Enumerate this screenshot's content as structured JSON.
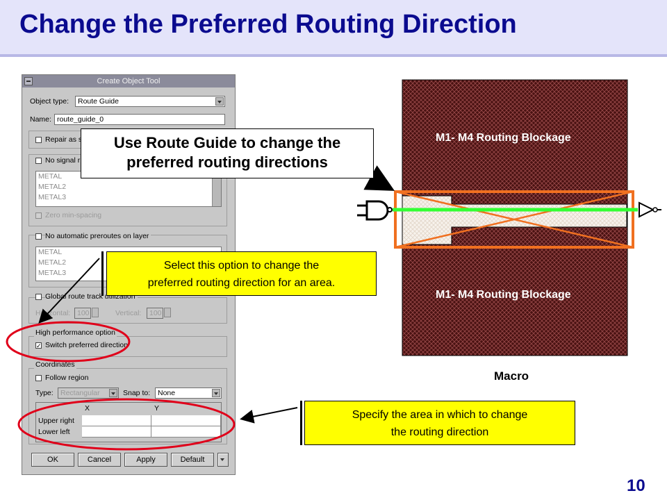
{
  "slide": {
    "title": "Change the Preferred Routing Direction",
    "page_number": "10"
  },
  "dialog": {
    "title": "Create Object Tool",
    "object_type_label": "Object type:",
    "object_type_value": "Route Guide",
    "name_label": "Name:",
    "name_value": "route_guide_0",
    "repair_label": "Repair as s",
    "no_signal_label": "No signal r",
    "layers_1": [
      "METAL",
      "METAL2",
      "METAL3"
    ],
    "zero_min_spacing_label": "Zero min-spacing",
    "no_auto_preroutes_label": "No automatic preroutes on layer",
    "layers_2": [
      "METAL",
      "METAL2",
      "METAL3"
    ],
    "global_route_label": "Global route track utilization",
    "horizontal_label": "Horizontal:",
    "horizontal_value": "100",
    "vertical_label": "Vertical:",
    "vertical_value": "100",
    "high_perf_group": "High performance option",
    "switch_dir_label": "Switch preferred direction",
    "switch_dir_checked": "✓",
    "coordinates_group": "Coordinates",
    "follow_region_label": "Follow region",
    "type_label": "Type:",
    "type_value": "Rectangular",
    "snap_label": "Snap to:",
    "snap_value": "None",
    "col_x": "X",
    "col_y": "Y",
    "row_upper_right": "Upper right",
    "row_lower_left": "Lower left",
    "buttons": {
      "ok": "OK",
      "cancel": "Cancel",
      "apply": "Apply",
      "default": "Default"
    }
  },
  "callouts": {
    "route_guide": [
      "Use Route Guide to change the",
      "preferred routing directions"
    ],
    "select_option": [
      "Select this option to change the",
      "preferred routing direction for an area."
    ],
    "specify_area": [
      "Specify the area in which to change",
      "the routing direction"
    ]
  },
  "diagram": {
    "blockage_top": "M1- M4 Routing Blockage",
    "blockage_bottom": "M1- M4 Routing Blockage",
    "macro_label": "Macro"
  },
  "colors": {
    "title": "#0b0b8f",
    "callout_fill": "#ffff00",
    "highlight_ellipse": "#e0001a",
    "route_guide_box": "#f07020",
    "route_wire": "#33ff33",
    "macro_fill": "#4a1212"
  }
}
